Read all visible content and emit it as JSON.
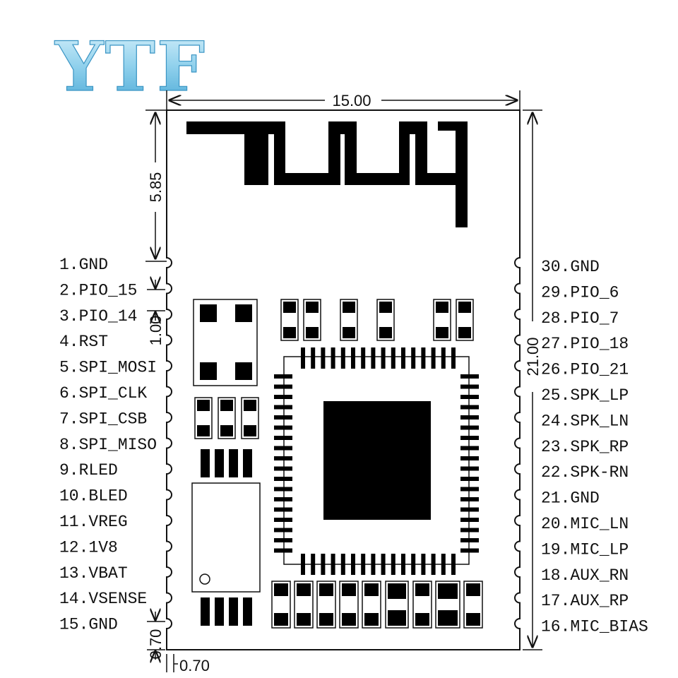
{
  "brand": {
    "logo_text": "YTF"
  },
  "dimensions": {
    "width": "15.00",
    "height": "21.00",
    "antenna_height": "5.85",
    "pin_pitch": "1.00",
    "bottom_margin": "0.70",
    "side_margin": "0.70"
  },
  "pins_left": [
    "1.GND",
    "2.PIO_15",
    "3.PIO_14",
    "4.RST",
    "5.SPI_MOSI",
    "6.SPI_CLK",
    "7.SPI_CSB",
    "8.SPI_MISO",
    "9.RLED",
    "10.BLED",
    "11.VREG",
    "12.1V8",
    "13.VBAT",
    "14.VSENSE",
    "15.GND"
  ],
  "pins_right": [
    "30.GND",
    "29.PIO_6",
    "28.PIO_7",
    "27.PIO_18",
    "26.PIO_21",
    "25.SPK_LP",
    "24.SPK_LN",
    "23.SPK_RP",
    "22.SPK-RN",
    "21.GND",
    "20.MIC_LN",
    "19.MIC_LP",
    "18.AUX_RN",
    "17.AUX_RP",
    "16.MIC_BIAS"
  ]
}
